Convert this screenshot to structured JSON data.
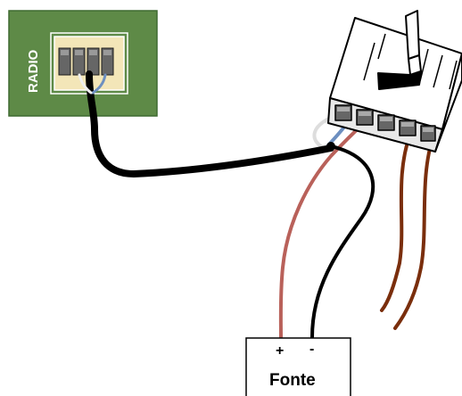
{
  "radio_board": {
    "label": "RADIO",
    "color": "#5e8a47"
  },
  "power_supply": {
    "label": "Fonte",
    "plus_label": "+",
    "minus_label": "-"
  },
  "wires": [
    {
      "name": "black",
      "color": "#000000"
    },
    {
      "name": "white",
      "color": "#dddddd"
    },
    {
      "name": "blue",
      "color": "#6d8fc0"
    },
    {
      "name": "red",
      "color": "#b9615a"
    },
    {
      "name": "brown",
      "color": "#7a2e0c"
    }
  ]
}
